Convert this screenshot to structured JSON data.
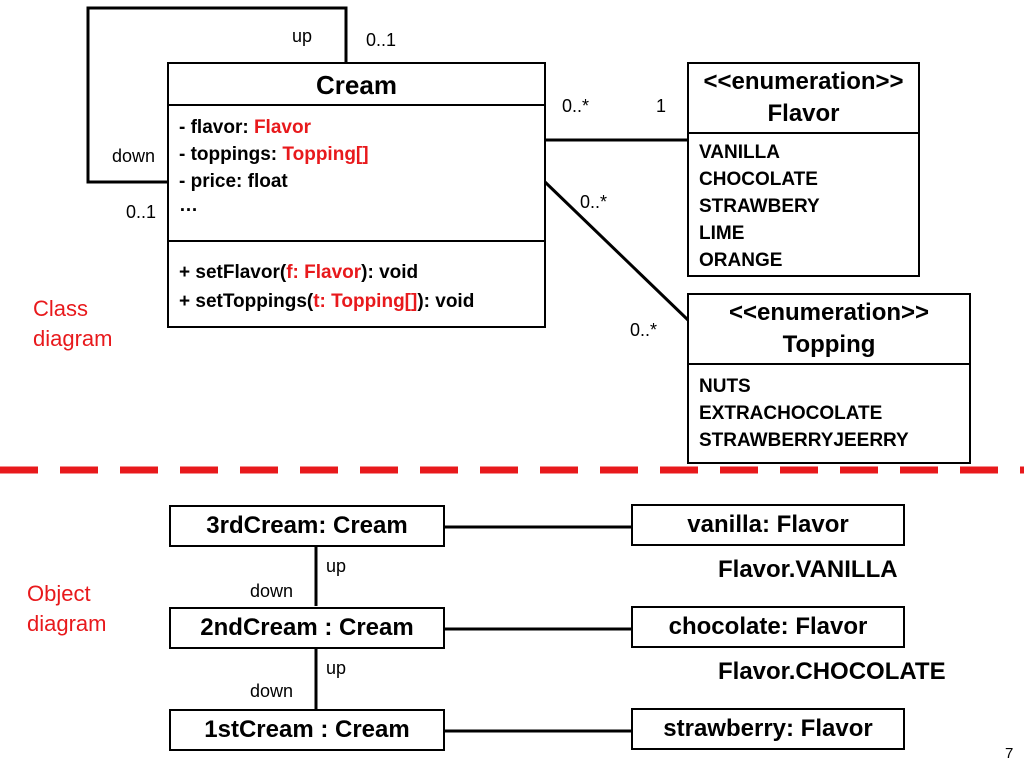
{
  "class_diagram": {
    "label": [
      "Class",
      "diagram"
    ],
    "cream": {
      "name": "Cream",
      "attributes": [
        {
          "prefix": "- flavor: ",
          "type": "Flavor",
          "suffix": ""
        },
        {
          "prefix": "- toppings: ",
          "type": "Topping[]",
          "suffix": ""
        },
        {
          "prefix": "- price: float",
          "type": "",
          "suffix": ""
        },
        {
          "prefix": "…",
          "type": "",
          "suffix": ""
        }
      ],
      "operations": [
        {
          "prefix": "+ setFlavor(",
          "param": "f: Flavor",
          "suffix": "): void"
        },
        {
          "prefix": "+ setToppings(",
          "param": "t: Topping[]",
          "suffix": "): void"
        }
      ]
    },
    "flavor": {
      "stereotype": "<<enumeration>>",
      "name": "Flavor",
      "values": [
        "VANILLA",
        "CHOCOLATE",
        "STRAWBERY",
        "LIME",
        "ORANGE"
      ]
    },
    "topping": {
      "stereotype": "<<enumeration>>",
      "name": "Topping",
      "values": [
        "NUTS",
        "EXTRACHOCOLATE",
        "STRAWBERRYJEERRY"
      ]
    },
    "self_association": {
      "up_role": "up",
      "up_mult": "0..1",
      "down_role": "down",
      "down_mult": "0..1"
    },
    "flavor_association": {
      "cream_mult": "0..*",
      "flavor_mult": "1"
    },
    "topping_association": {
      "cream_mult": "0..*",
      "topping_mult": "0..*"
    }
  },
  "object_diagram": {
    "label": [
      "Object",
      "diagram"
    ],
    "creams": [
      "3rdCream: Cream",
      "2ndCream : Cream",
      "1stCream : Cream"
    ],
    "flavors": [
      "vanilla: Flavor",
      "chocolate: Flavor",
      "strawberry: Flavor"
    ],
    "flavor_values": [
      "Flavor.VANILLA",
      "Flavor.CHOCOLATE"
    ],
    "links": [
      {
        "up": "up",
        "down": "down"
      },
      {
        "up": "up",
        "down": "down"
      }
    ]
  },
  "slide_number": "7",
  "colors": {
    "accent_red": "#e8191c",
    "line": "#000000"
  }
}
